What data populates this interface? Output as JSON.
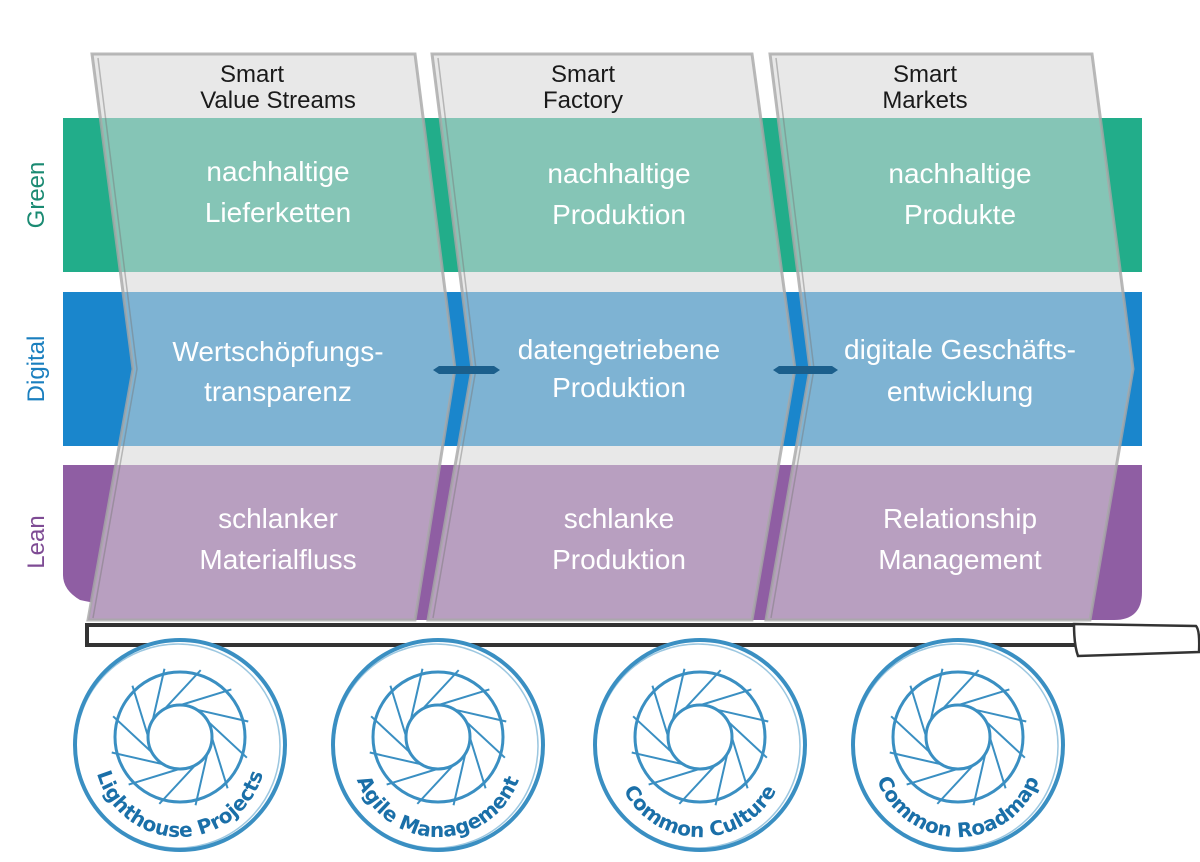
{
  "colors": {
    "green": "#22ad8a",
    "green_overlay": "#5fb8a2",
    "digital": "#1a86cc",
    "digital_overlay": "#559ecb",
    "lean": "#8f5ea3",
    "lean_overlay": "#a583b1",
    "panel_gray": "#e8e8e8",
    "panel_outline": "#a8a8a8",
    "wheel_blue": "#3a8fc2",
    "wheel_text": "#1a6fa8",
    "green_label": "#1a8a72",
    "digital_label": "#1a7fbf",
    "lean_label": "#7e4b94",
    "chassis": "#333333",
    "connector": "#1b5f8c"
  },
  "rows": [
    {
      "key": "green",
      "label": "Green"
    },
    {
      "key": "digital",
      "label": "Digital"
    },
    {
      "key": "lean",
      "label": "Lean"
    }
  ],
  "columns": [
    {
      "title_line1": "Smart",
      "title_line2": "Value Streams"
    },
    {
      "title_line1": "Smart",
      "title_line2": "Factory"
    },
    {
      "title_line1": "Smart",
      "title_line2": "Markets"
    }
  ],
  "cells": {
    "green": [
      {
        "line1": "nachhaltige",
        "line2": "Lieferketten"
      },
      {
        "line1": "nachhaltige",
        "line2": "Produktion"
      },
      {
        "line1": "nachhaltige",
        "line2": "Produkte"
      }
    ],
    "digital": [
      {
        "line1": "Wertschöpfungs-",
        "line2": "transparenz"
      },
      {
        "line1": "datengetriebene",
        "line2": "Produktion"
      },
      {
        "line1": "digitale Geschäfts-",
        "line2": "entwicklung"
      }
    ],
    "lean": [
      {
        "line1": "schlanker",
        "line2": "Materialfluss"
      },
      {
        "line1": "schlanke",
        "line2": "Produktion"
      },
      {
        "line1": "Relationship",
        "line2": "Management"
      }
    ]
  },
  "wheels": [
    {
      "label": "Lighthouse Projects"
    },
    {
      "label": "Agile Management"
    },
    {
      "label": "Common Culture"
    },
    {
      "label": "Common Roadmap"
    }
  ]
}
